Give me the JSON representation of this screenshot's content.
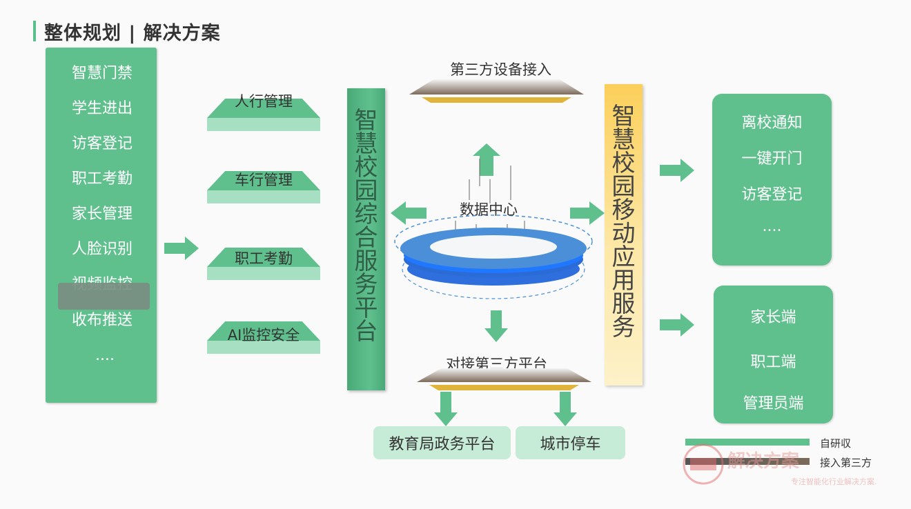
{
  "header": {
    "title": "整体规划 | 解决方案"
  },
  "left_panel": {
    "items": [
      "智慧门禁",
      "学生进出",
      "访客登记",
      "职工考勤",
      "家长管理",
      "人脸识别",
      "视频监控",
      "收布推送",
      "...."
    ]
  },
  "modules": [
    "人行管理",
    "车行管理",
    "职工考勤",
    "AI监控安全"
  ],
  "integrated_platform": {
    "chars": [
      "智",
      "慧",
      "校",
      "园",
      "综",
      "合",
      "服",
      "务",
      "平",
      "台"
    ]
  },
  "mobile_service": {
    "chars": [
      "智",
      "慧",
      "校",
      "园",
      "移",
      "动",
      "应",
      "用",
      "服",
      "务"
    ]
  },
  "third_party_access": "第三方设备接入",
  "data_center": "数据中心",
  "third_party_platform": "对接第三方平台",
  "bottom_boxes": [
    "教育局政务平台",
    "城市停车"
  ],
  "right_top_box": {
    "items": [
      "离校通知",
      "一键开门",
      "访客登记",
      "...."
    ]
  },
  "right_bottom_box": {
    "items": [
      "家长端",
      "职工端",
      "管理员端"
    ]
  },
  "legend": {
    "self": "自研収",
    "third": "接入第三方"
  },
  "watermark": {
    "brand": "解决方案",
    "slogan": "专注智能化行业解决方案."
  },
  "colors": {
    "green": "#5fc08e",
    "light_green": "#a6dfc2",
    "yellow": "#fbcf5a",
    "blue": "#2f7de0",
    "gold": "#e0b43a"
  }
}
